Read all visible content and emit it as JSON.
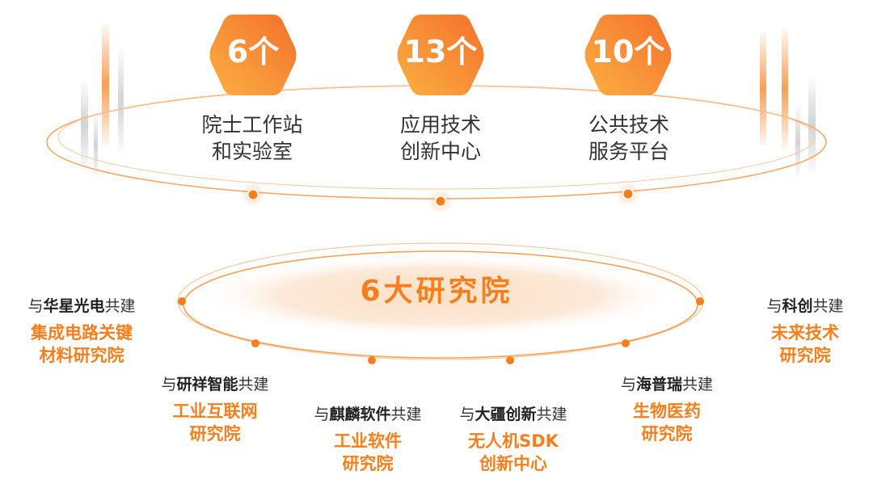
{
  "colors": {
    "accent": "#f57f1e",
    "accent_light": "#fcb26b",
    "text": "#333333"
  },
  "stats": [
    {
      "value": "6个",
      "label_line1": "院士工作站",
      "label_line2": "和实验室"
    },
    {
      "value": "13个",
      "label_line1": "应用技术",
      "label_line2": "创新中心"
    },
    {
      "value": "10个",
      "label_line1": "公共技术",
      "label_line2": "服务平台"
    }
  ],
  "center_title": "6大研究院",
  "institutes": [
    {
      "prefix": "与",
      "partner": "华星光电",
      "suffix": "共建",
      "name_line1": "集成电路关键",
      "name_line2": "材料研究院"
    },
    {
      "prefix": "与",
      "partner": "研祥智能",
      "suffix": "共建",
      "name_line1": "工业互联网",
      "name_line2": "研究院"
    },
    {
      "prefix": "与",
      "partner": "麒麟软件",
      "suffix": "共建",
      "name_line1": "工业软件",
      "name_line2": "研究院"
    },
    {
      "prefix": "与",
      "partner": "大疆创新",
      "suffix": "共建",
      "name_line1": "无人机SDK",
      "name_line2": "创新中心"
    },
    {
      "prefix": "与",
      "partner": "海普瑞",
      "suffix": "共建",
      "name_line1": "生物医药",
      "name_line2": "研究院"
    },
    {
      "prefix": "与",
      "partner": "科创",
      "suffix": "共建",
      "name_line1": "未来技术",
      "name_line2": "研究院"
    }
  ]
}
